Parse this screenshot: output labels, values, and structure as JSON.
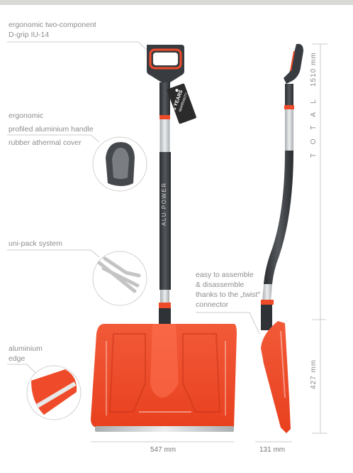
{
  "callouts": {
    "dgrip_line1": "ergonomic two-component",
    "dgrip_line2": "D-grip IU-14",
    "handle_line1": "ergonomic",
    "handle_line2": "profiled aluminium handle",
    "handle_line3": "rubber athermal cover",
    "unipack": "uni-pack system",
    "edge_line1": "aluminium",
    "edge_line2": "edge",
    "twist_line1": "easy to assemble",
    "twist_line2": "& disassemble",
    "twist_line3": "thanks to the „twist\"",
    "twist_line4": "connector"
  },
  "tag": {
    "line1": "5 YEARS",
    "line2": "WARRANTY"
  },
  "shaft_text": "ALU POWER",
  "dimensions": {
    "total_length": "1510 mm",
    "total_word": "T O T A L",
    "blade_height": "427 mm",
    "blade_width": "547 mm",
    "blade_depth": "131 mm"
  },
  "colors": {
    "accent": "#ef4b2a",
    "dark": "#3b3e42",
    "metal": "#c9ccce"
  }
}
